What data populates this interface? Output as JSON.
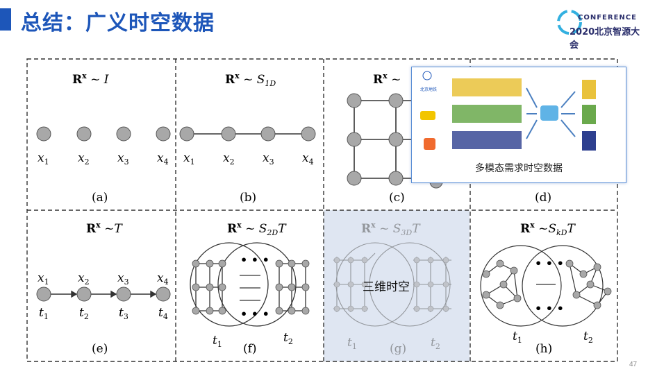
{
  "title": "总结：广义时空数据",
  "logo": {
    "line1": "CONFERENCE",
    "line2": "2020北京智源大会",
    "mark": "BAAI"
  },
  "page_number": "47",
  "panels": [
    {
      "id": "a",
      "formula_main": "R",
      "formula_sup": "x",
      "formula_rest": " ~ I",
      "caption": "(a)",
      "nodes": [
        "x",
        "x",
        "x",
        "x"
      ],
      "subs": [
        "1",
        "2",
        "3",
        "4"
      ]
    },
    {
      "id": "b",
      "formula_main": "R",
      "formula_sup": "x",
      "formula_rest": " ~ S",
      "formula_sub": "1D",
      "caption": "(b)",
      "subs": [
        "1",
        "2",
        "3",
        "4"
      ]
    },
    {
      "id": "c",
      "formula_main": "R",
      "formula_sup": "x",
      "formula_rest": " ~ ",
      "caption": "(c)"
    },
    {
      "id": "d",
      "caption": "(d)"
    },
    {
      "id": "e",
      "formula_main": "R",
      "formula_sup": "x",
      "formula_rest": " ~T",
      "caption": "(e)",
      "subs": [
        "1",
        "2",
        "3",
        "4"
      ]
    },
    {
      "id": "f",
      "formula_main": "R",
      "formula_sup": "x",
      "formula_rest": " ~ S",
      "formula_sub": "2D",
      "formula_tail": "T",
      "caption": "(f)"
    },
    {
      "id": "g",
      "formula_main": "R",
      "formula_sup": "x",
      "formula_rest": " ~ S",
      "formula_sub": "3D",
      "formula_tail": "T",
      "caption": "(g)"
    },
    {
      "id": "h",
      "formula_main": "R",
      "formula_sup": "x",
      "formula_rest": " ~S",
      "formula_sub": "kD",
      "formula_tail": "T",
      "caption": "(h)"
    }
  ],
  "popup": {
    "label": "多模态需求时空数据",
    "source1": "北京地铁"
  },
  "overlay_label": "三维时空",
  "t_labels": {
    "t": "t",
    "one": "1",
    "two": "2",
    "three": "3",
    "four": "4"
  },
  "colors": {
    "title_blue": "#1d56b9",
    "node_gray": "#a8a8a8",
    "highlight_bg": "#dfe6f2"
  }
}
